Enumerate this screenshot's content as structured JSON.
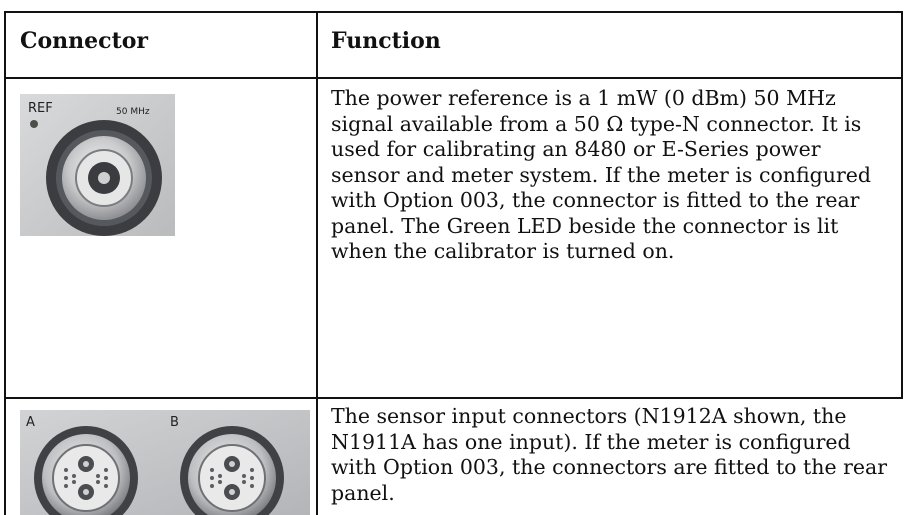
{
  "table": {
    "headers": {
      "connector": "Connector",
      "function": "Function"
    },
    "rows": [
      {
        "image_labels": {
          "ref": "REF",
          "freq": "50 MHz"
        },
        "function": "The power reference is a 1 mW (0 dBm) 50 MHz signal available from a 50 Ω type-N connector. It is used for calibrating an 8480 or E-Series power sensor and meter system. If the meter is configured with Option 003, the connector is fitted to the rear panel. The Green LED beside the connector is lit when the calibrator is turned on."
      },
      {
        "image_labels": {
          "a": "A",
          "b": "B"
        },
        "function": "The sensor input connectors (N1912A shown, the N1911A has one input). If the meter is configured with Option 003, the connectors are fitted to the rear panel."
      }
    ]
  }
}
